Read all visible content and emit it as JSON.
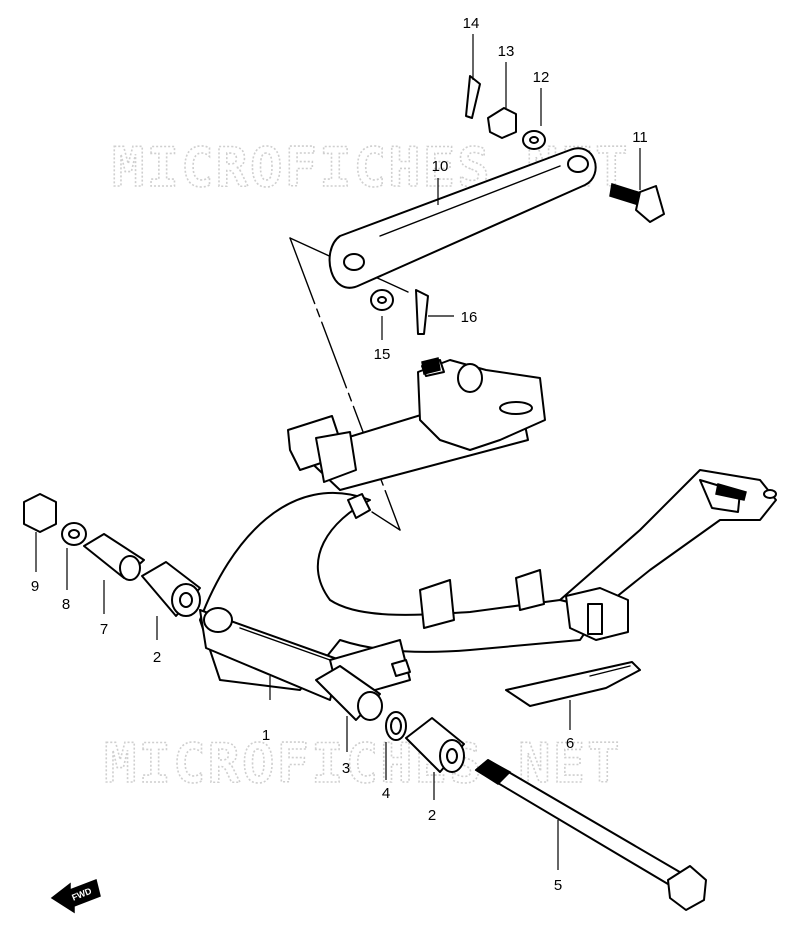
{
  "watermark": "MICROFICHES.NET",
  "fwd_label": "FWD",
  "callouts": [
    {
      "id": "c1",
      "label": "1"
    },
    {
      "id": "c2a",
      "label": "2"
    },
    {
      "id": "c2b",
      "label": "2"
    },
    {
      "id": "c3",
      "label": "3"
    },
    {
      "id": "c4",
      "label": "4"
    },
    {
      "id": "c5",
      "label": "5"
    },
    {
      "id": "c6",
      "label": "6"
    },
    {
      "id": "c7",
      "label": "7"
    },
    {
      "id": "c8",
      "label": "8"
    },
    {
      "id": "c9",
      "label": "9"
    },
    {
      "id": "c10",
      "label": "10"
    },
    {
      "id": "c11",
      "label": "11"
    },
    {
      "id": "c12",
      "label": "12"
    },
    {
      "id": "c13",
      "label": "13"
    },
    {
      "id": "c14",
      "label": "14"
    },
    {
      "id": "c15",
      "label": "15"
    },
    {
      "id": "c16",
      "label": "16"
    }
  ]
}
